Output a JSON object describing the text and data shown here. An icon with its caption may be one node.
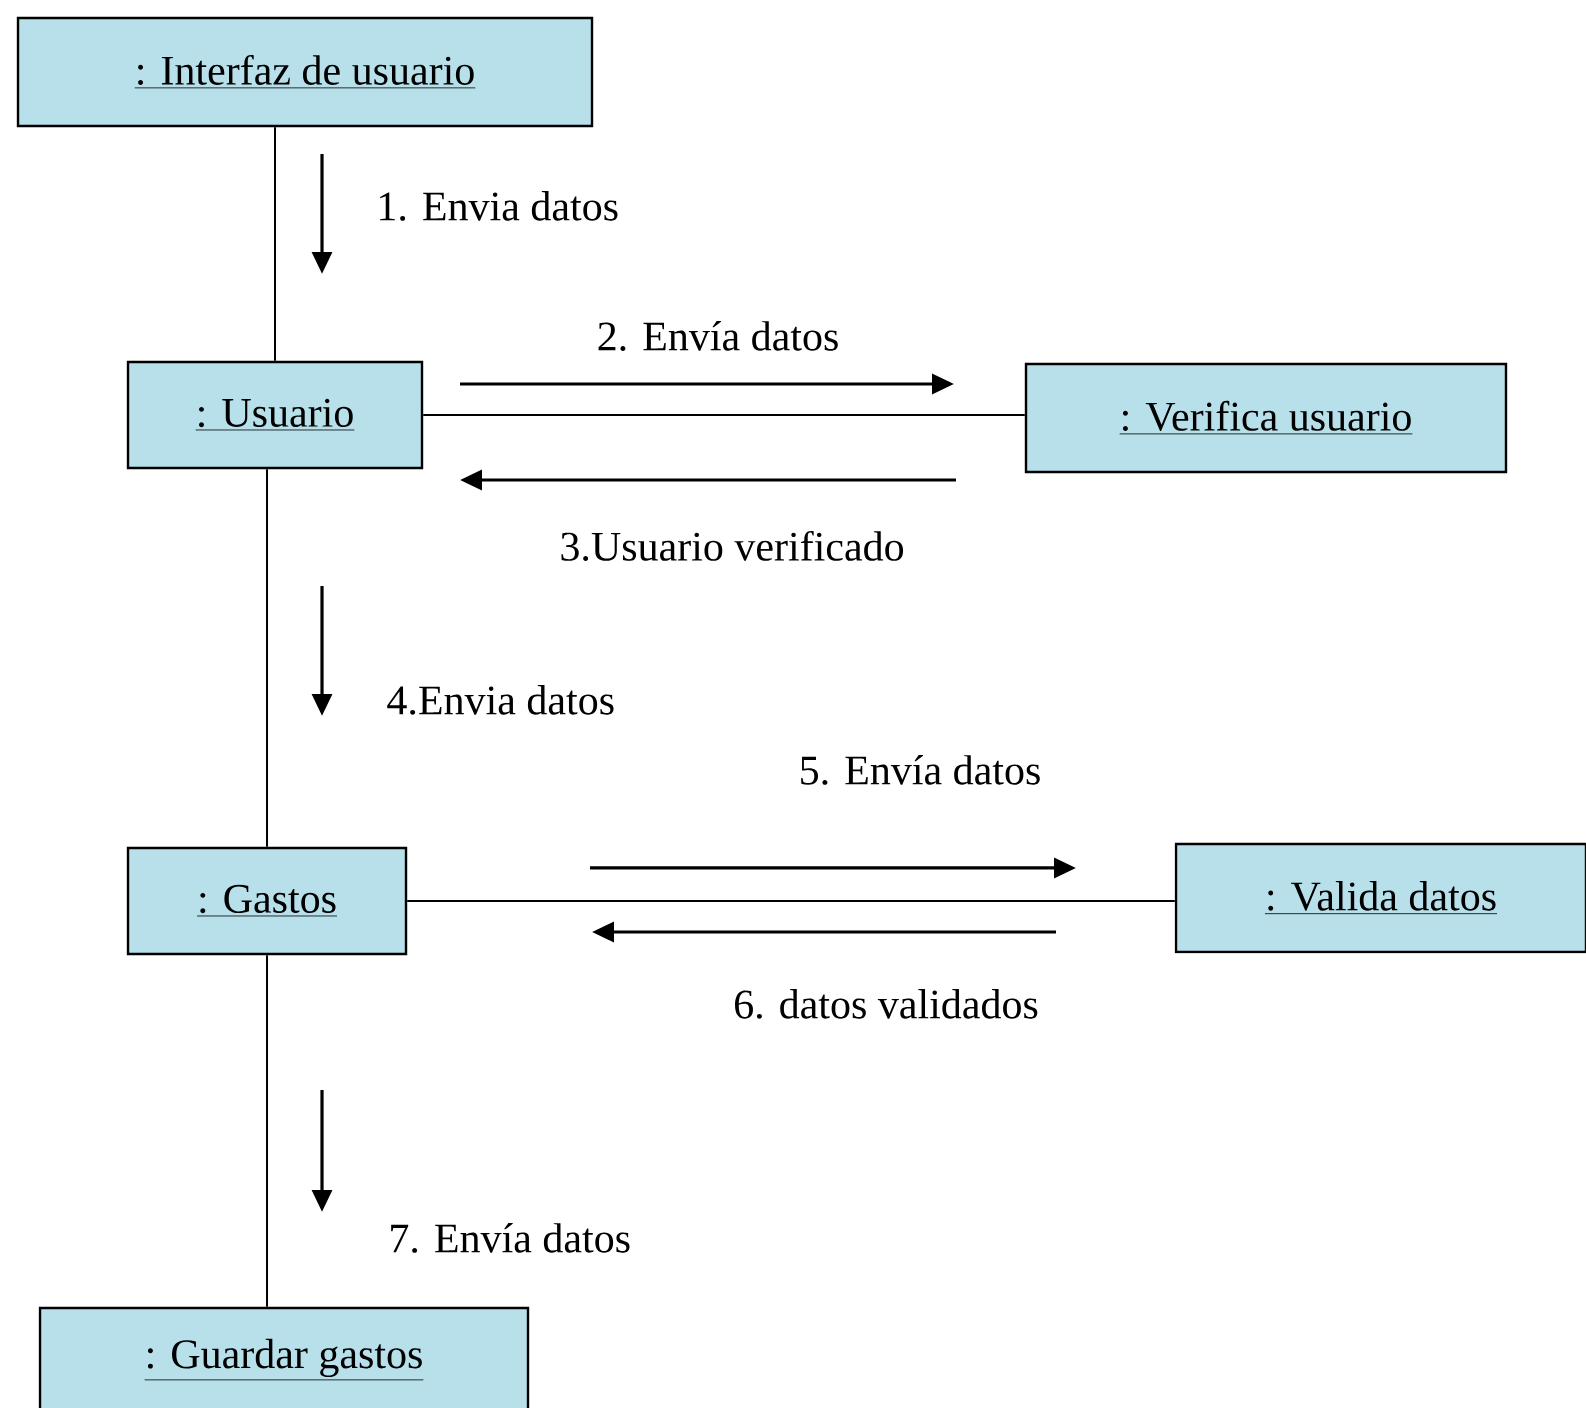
{
  "diagram": {
    "nodes": [
      {
        "text": [
          ": Interfaz de usuario"
        ]
      },
      {
        "text": [
          ": Usuario"
        ]
      },
      {
        "text": [
          ": Verifica usuario"
        ]
      },
      {
        "text": [
          ": Gastos"
        ]
      },
      {
        "text": [
          ": Valida datos"
        ]
      },
      {
        "text": [
          ": Guardar gastos"
        ]
      }
    ],
    "edges": [
      {
        "from": 0,
        "to": 1,
        "arrow": "none"
      },
      {
        "from": 1,
        "to": 2,
        "arrow": "none"
      },
      {
        "from": 1,
        "to": 3,
        "arrow": "none"
      },
      {
        "from": 3,
        "to": 4,
        "arrow": "none"
      },
      {
        "from": 3,
        "to": 5,
        "arrow": "none"
      }
    ],
    "labels": [
      "1. Envia datos",
      "2. Envía datos",
      "3.Usuario verificado",
      "4.Envia datos",
      "5. Envía datos",
      "6. datos validados",
      "7. Envía datos"
    ]
  }
}
